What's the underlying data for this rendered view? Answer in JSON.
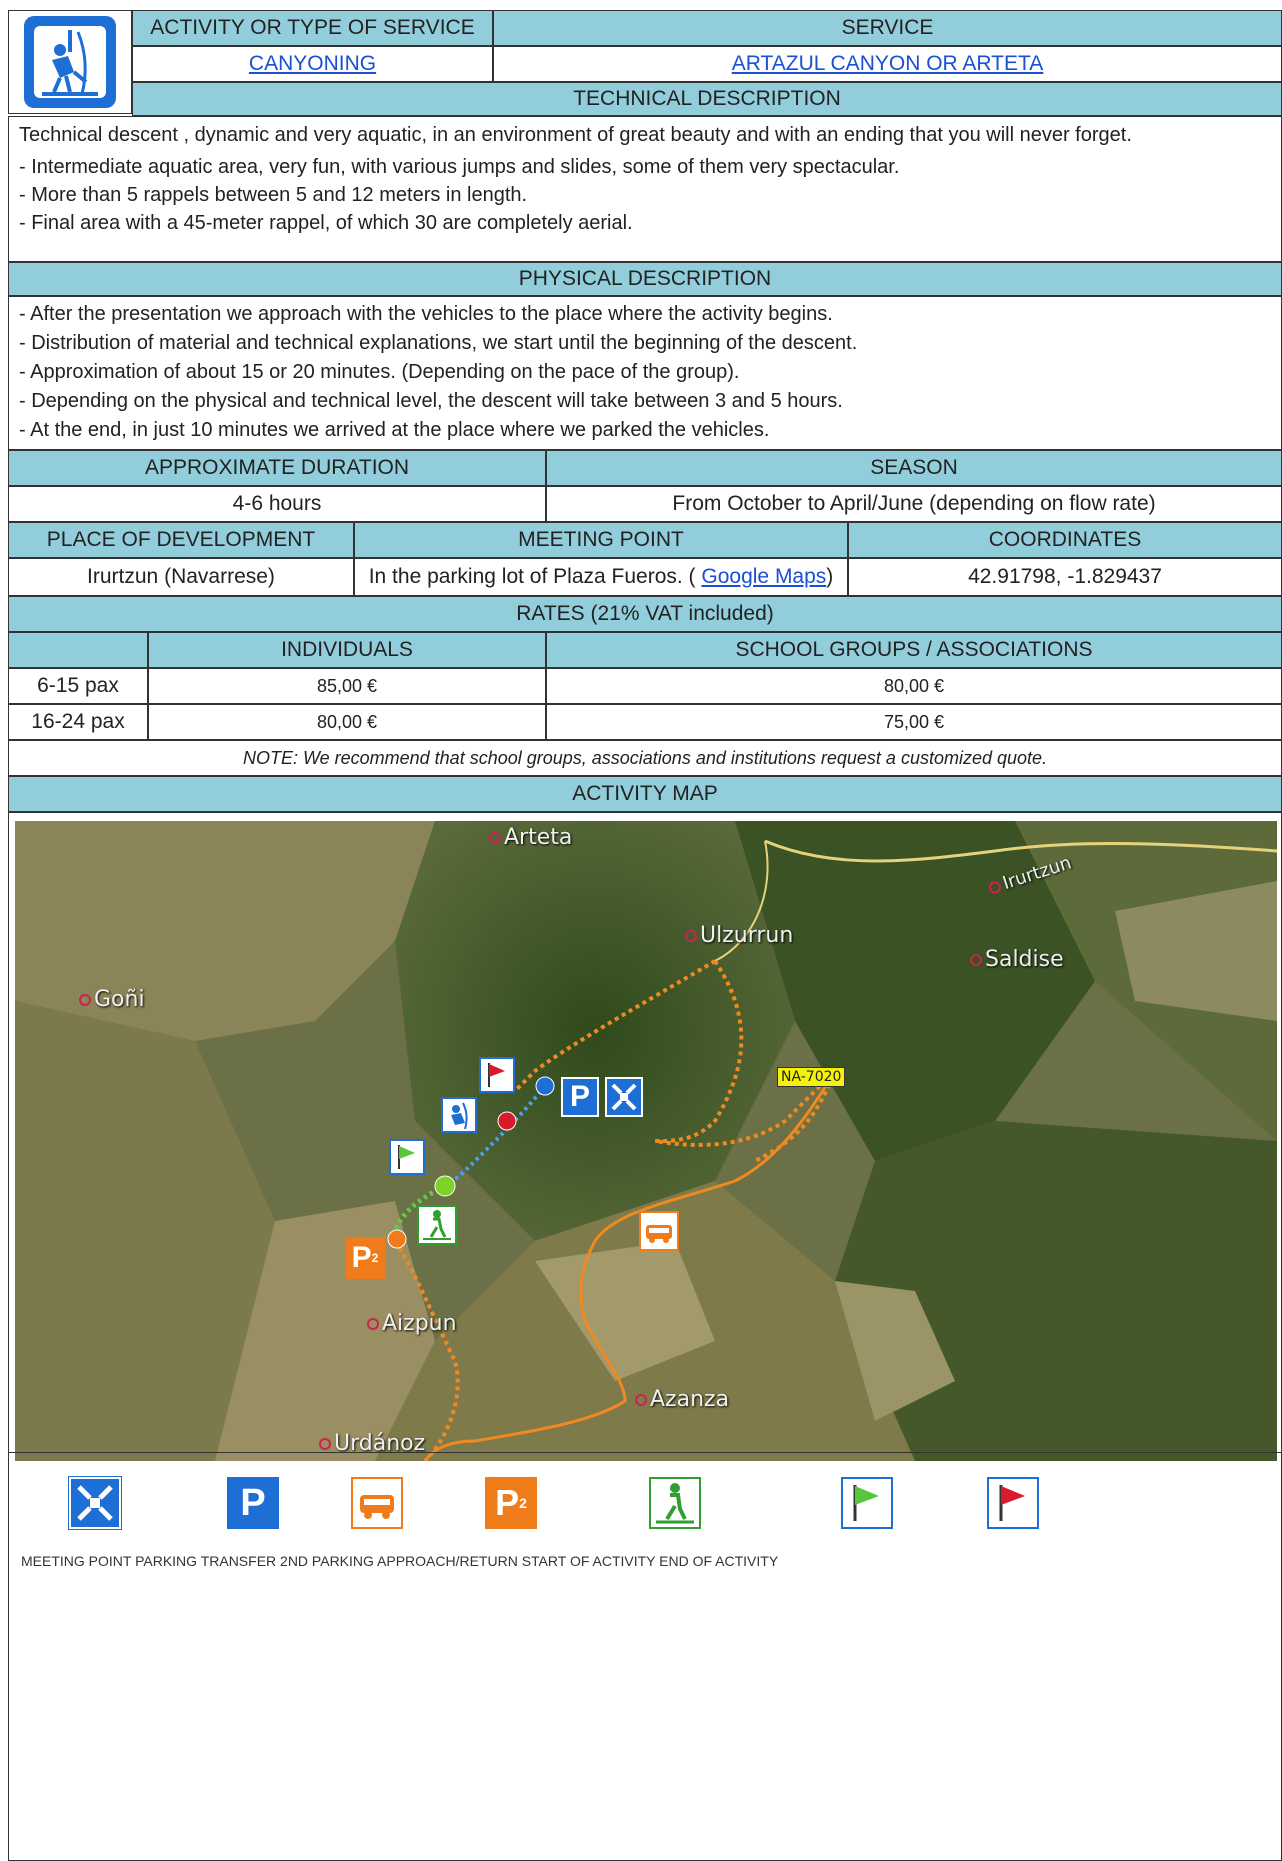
{
  "header": {
    "activity_label": "ACTIVITY OR TYPE OF SERVICE",
    "service_label": "SERVICE",
    "activity_value": "CANYONING",
    "service_value": "ARTAZUL CANYON OR ARTETA",
    "technical_title": "TECHNICAL DESCRIPTION"
  },
  "technical": {
    "lines": [
      "Technical descent , dynamic and very aquatic, in an environment of great beauty and with an ending that you will never forget.",
      "- Intermediate aquatic area, very fun, with various jumps and slides, some of them very spectacular.",
      "- More than 5 rappels between 5 and 12 meters in length.",
      "- Final area with a 45-meter rappel, of which 30 are completely aerial."
    ]
  },
  "physical": {
    "title": "PHYSICAL DESCRIPTION",
    "lines": [
      "- After the presentation we approach with the vehicles to the place where the activity begins.",
      "- Distribution of material and technical explanations, we start until the beginning of the descent.",
      "- Approximation of about 15 or 20 minutes. (Depending on the pace of the group).",
      "- Depending on the physical and technical level, the descent will take between 3 and 5 hours.",
      "- At the end, in just 10 minutes we arrived at the place where we parked the vehicles."
    ]
  },
  "duration": {
    "duration_label": "APPROXIMATE DURATION",
    "season_label": "SEASON",
    "duration_value": "4-6 hours",
    "season_value": "From October to April/June (depending on flow rate)"
  },
  "location": {
    "place_label": "PLACE OF DEVELOPMENT",
    "meeting_label": "MEETING POINT",
    "coords_label": "COORDINATES",
    "place_value": "Irurtzun (Navarrese)",
    "meeting_prefix": "In the parking lot of Plaza Fueros. (",
    "meeting_link": "Google Maps",
    "meeting_suffix": ")",
    "coords_value": "42.91798, -1.829437"
  },
  "rates": {
    "title": "RATES (21% VAT included)",
    "col_individuals": "INDIVIDUALS",
    "col_groups": "SCHOOL GROUPS / ASSOCIATIONS",
    "rows": [
      {
        "label": "6-15 pax",
        "individuals": "85,00 €",
        "groups": "80,00 €"
      },
      {
        "label": "16-24 pax",
        "individuals": "80,00 €",
        "groups": "75,00 €"
      }
    ],
    "note": "NOTE: We recommend that school groups, associations and institutions request a customized quote."
  },
  "map": {
    "title": "ACTIVITY MAP",
    "places": {
      "arteta": "Arteta",
      "ulzurrun": "Ulzurrun",
      "saldise": "Saldise",
      "goni": "Goñi",
      "aizpun": "Aizpun",
      "azanza": "Azanza",
      "urdanoz": "Urdánoz",
      "irurtzun": "Irurtzun"
    },
    "road_sign": "NA-7020",
    "parking_letter": "P",
    "parking2_letter": "P",
    "parking2_sub": "2"
  },
  "legend": {
    "text": "MEETING POINT PARKING TRANSFER 2ND PARKING APPROACH/RETURN START OF ACTIVITY END OF ACTIVITY",
    "parking_letter": "P",
    "parking2_letter": "P",
    "parking2_sub": "2"
  },
  "colors": {
    "header_bg": "#92cddc",
    "meeting_blue": "#1d6fd6",
    "transfer_orange": "#f07b1a",
    "approach_green": "#2fa02f"
  }
}
